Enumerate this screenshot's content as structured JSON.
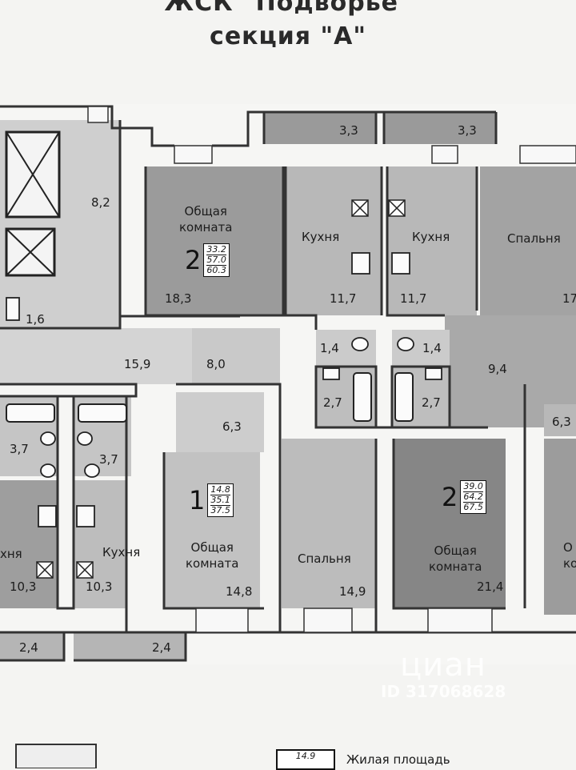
{
  "header": {
    "line1": "ЖСК \"Подворье\"",
    "line2": "секция \"А\""
  },
  "areas": {
    "hall_top": "8,2",
    "lift_small": "1,6",
    "corridor": "15,9",
    "hall_mid": "8,0",
    "balcony_left": "3,3",
    "balcony_right": "3,3",
    "bath_a": "1,4",
    "bath_b": "1,4",
    "bath_c": "2,7",
    "bath_d": "2,7",
    "hall_right": "9,4",
    "bath_left_1": "3,7",
    "bath_left_2": "3,7",
    "hall_1room": "6,3",
    "hall_far_right": "6,3",
    "balcony_bottom_1": "2,4",
    "balcony_bottom_2": "2,4",
    "kitchen_top_1_area": "11,7",
    "kitchen_top_2_area": "11,7",
    "bedroom_right_area": "17",
    "room_top_area": "18,3",
    "kitchen_bl_1_area": "10,3",
    "kitchen_bl_2_area": "10,3",
    "room_1_area": "14,8",
    "bedroom_mid_area": "14,9",
    "room_big_area": "21,4"
  },
  "rooms": {
    "common_room_top": [
      "Общая",
      "комната"
    ],
    "kitchen_1": "Кухня",
    "kitchen_2": "Кухня",
    "bedroom_right": "Спальня",
    "kitchen_bl_1": "хня",
    "kitchen_bl_2": "Кухня",
    "common_room_1": [
      "Общая",
      "комната"
    ],
    "bedroom_mid": "Спальня",
    "common_room_big": [
      "Общая",
      "комната"
    ],
    "common_room_cut": [
      "О",
      "ком"
    ]
  },
  "apartments": [
    {
      "rooms": "2",
      "values": [
        "33.2",
        "57.0",
        "60.3"
      ]
    },
    {
      "rooms": "1",
      "values": [
        "14.8",
        "35.1",
        "37.5"
      ]
    },
    {
      "rooms": "2",
      "values": [
        "39.0",
        "64.2",
        "67.5"
      ]
    }
  ],
  "legend": {
    "sample": "14.9",
    "text": "Жилая площадь"
  },
  "watermark": {
    "brand": "циан",
    "id": "ID 317068628"
  },
  "colors": {
    "wall": "#f6f6f4",
    "wall_edge": "#3a3a3a",
    "room_dark": "#8d8d8d",
    "room_mid": "#a5a5a5",
    "room_light": "#bdbdbd",
    "corridor": "#d0d0d0"
  }
}
